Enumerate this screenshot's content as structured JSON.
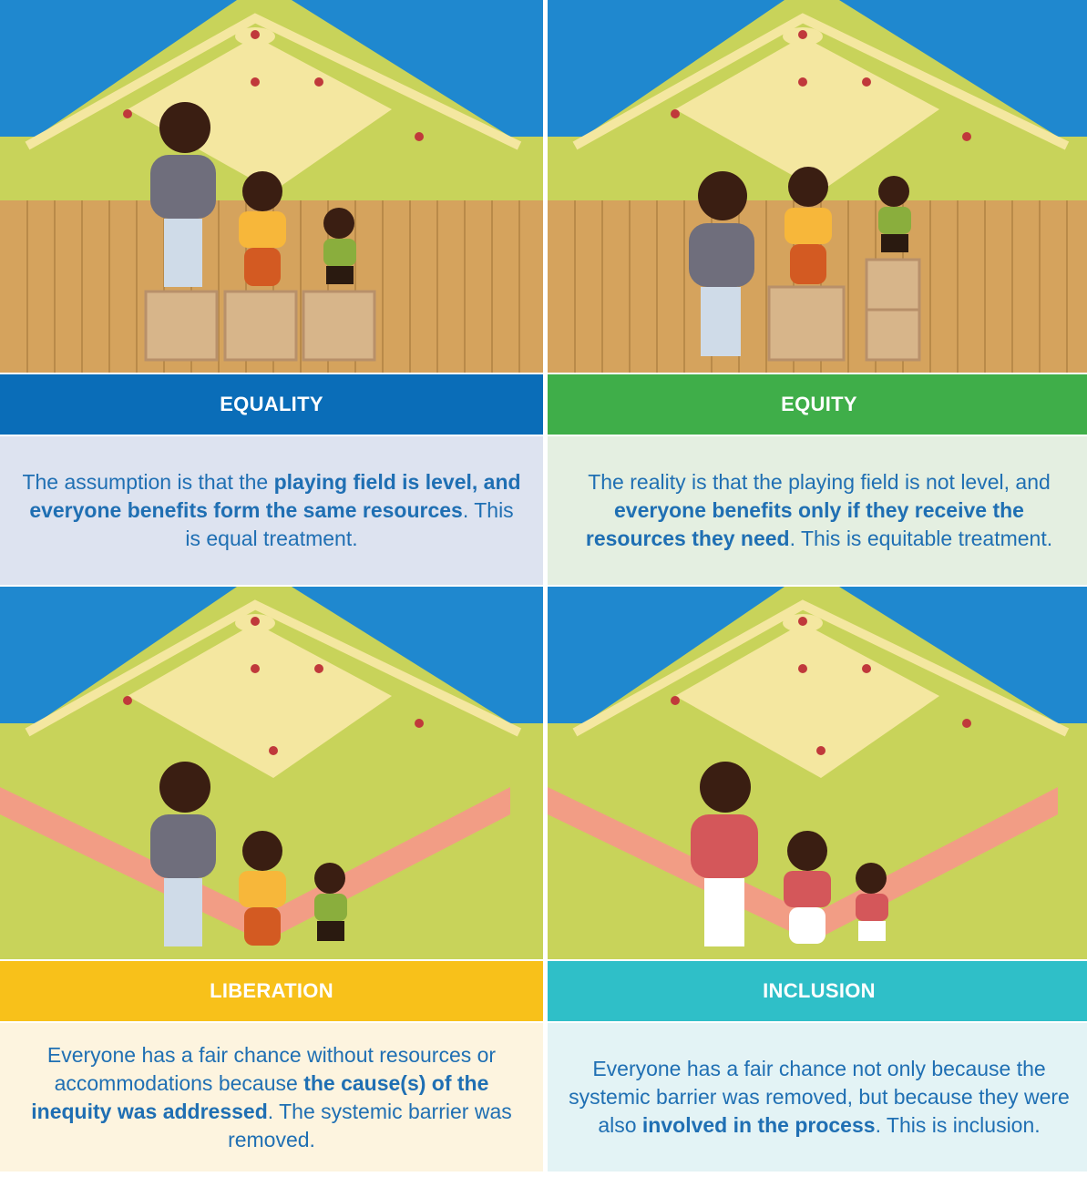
{
  "panels": [
    {
      "id": "equality",
      "title": "EQUALITY",
      "banner_color": "#0a6db8",
      "desc_bg": "#dde3f0",
      "text_color": "#1f6fb3",
      "bold_color": "#1f6fb3",
      "desc": [
        "The assumption is that the ",
        "playing field is level, and everyone benefits form the same resources",
        ". This is equal treatment."
      ]
    },
    {
      "id": "equity",
      "title": "EQUITY",
      "banner_color": "#3fae49",
      "desc_bg": "#e4efe1",
      "text_color": "#1f6fb3",
      "bold_color": "#1f6fb3",
      "desc": [
        "The reality is that the playing field is not level, and ",
        "everyone benefits only if they receive the resources they need",
        ". This is equitable treatment."
      ]
    },
    {
      "id": "liberation",
      "title": "LIBERATION",
      "banner_color": "#f8c11a",
      "desc_bg": "#fdf4df",
      "text_color": "#1f6fb3",
      "bold_color": "#1f6fb3",
      "desc": [
        "Everyone has a fair chance without resources or accommodations because ",
        "the cause(s) of the inequity was addressed",
        ". The systemic barrier was removed."
      ]
    },
    {
      "id": "inclusion",
      "title": "INCLUSION",
      "banner_color": "#2fbfc8",
      "desc_bg": "#e3f3f5",
      "text_color": "#1f6fb3",
      "bold_color": "#1f6fb3",
      "desc": [
        "Everyone has a fair chance not only because the systemic barrier was removed, but because they were also ",
        "involved in the process",
        ". This is inclusion."
      ]
    }
  ],
  "colors": {
    "stands": "#1f88cf",
    "field_grass": "#c8d35a",
    "infield_dirt": "#f4e7a0",
    "fence": "#d5a35d",
    "crate": "#d7b58a",
    "barrier": "#f29d85"
  }
}
